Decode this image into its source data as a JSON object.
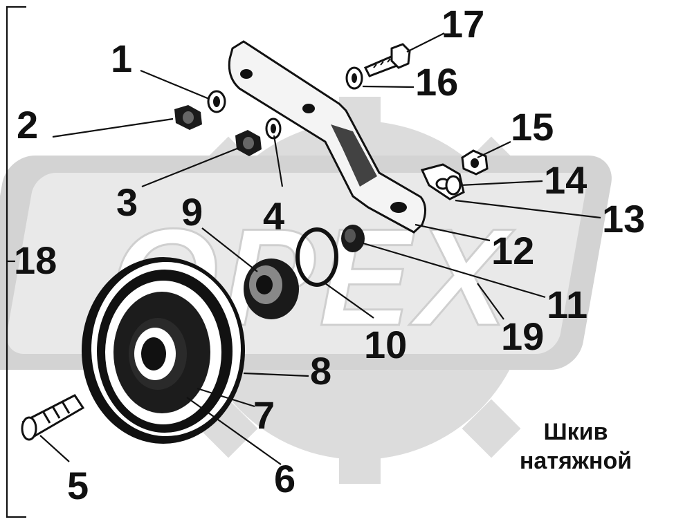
{
  "watermark": {
    "text": "OPEX",
    "color": "#d9d9d9"
  },
  "caption": {
    "line1": "Шкив",
    "line2": "натяжной"
  },
  "callouts": {
    "c1": "1",
    "c2": "2",
    "c3": "3",
    "c4": "4",
    "c5": "5",
    "c6": "6",
    "c7": "7",
    "c8": "8",
    "c9": "9",
    "c10": "10",
    "c11": "11",
    "c12": "12",
    "c13": "13",
    "c14": "14",
    "c15": "15",
    "c16": "16",
    "c17": "17",
    "c18": "18",
    "c19": "19"
  },
  "colors": {
    "ink": "#111111",
    "paper": "#ffffff",
    "watermark": "#d9d9d9"
  }
}
